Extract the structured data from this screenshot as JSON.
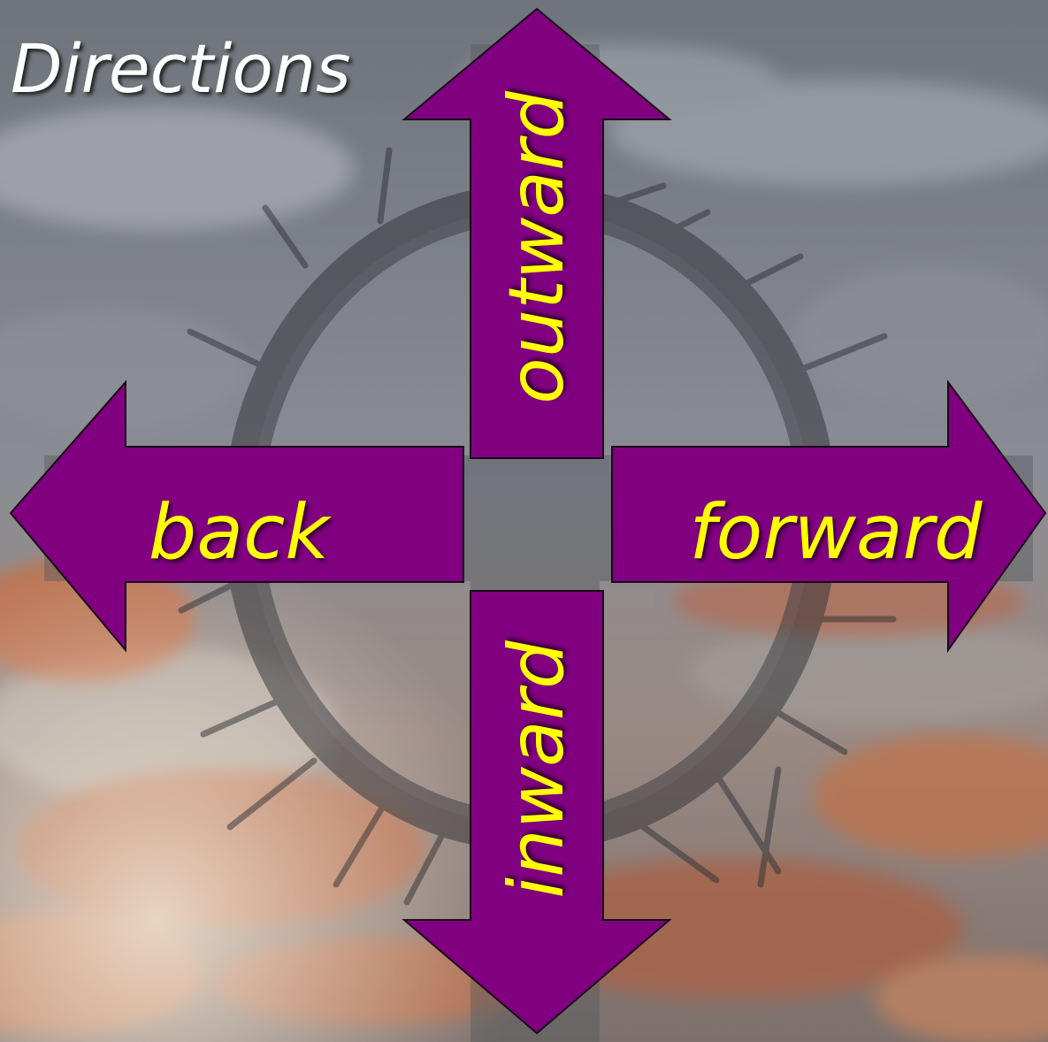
{
  "slide": {
    "title": "Directions",
    "arrows": {
      "up": {
        "label": "outward"
      },
      "down": {
        "label": "inward"
      },
      "left": {
        "label": "back"
      },
      "right": {
        "label": "forward"
      }
    }
  },
  "colors": {
    "arrow_fill": "#800080",
    "arrow_text": "#ffff00",
    "title_text": "#ffffff",
    "sky_top": "#6e727a",
    "sunset_orange": "#d2784a"
  },
  "icons": [
    "crown-of-thorns",
    "cross"
  ]
}
